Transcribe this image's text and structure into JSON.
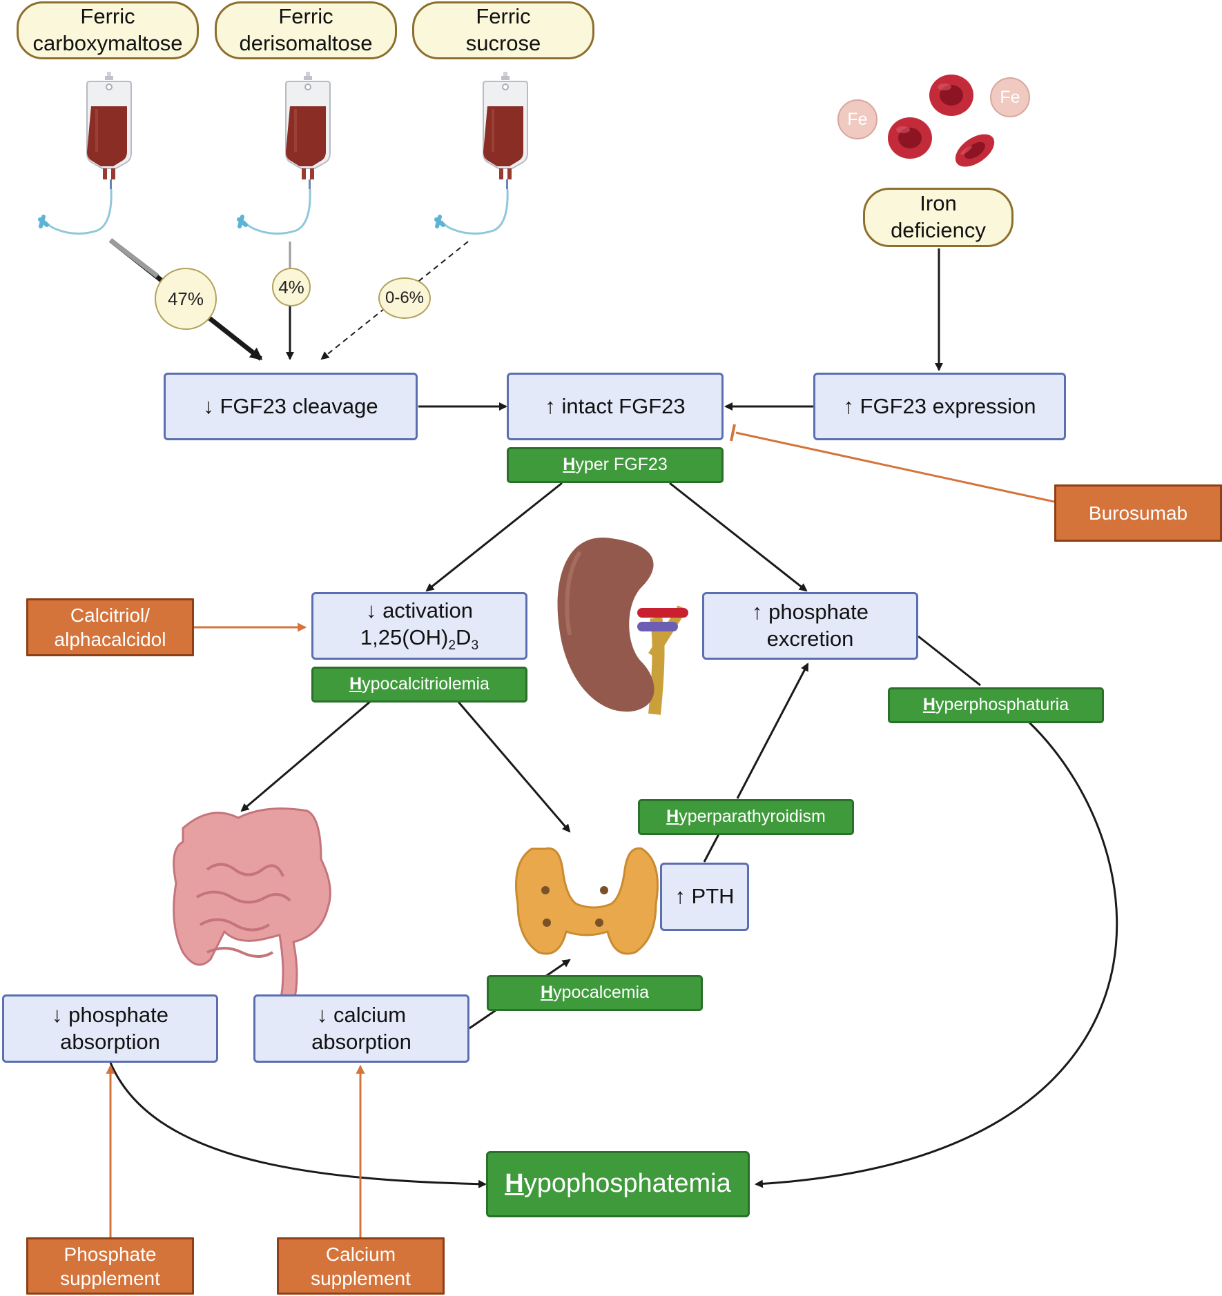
{
  "drugs": [
    {
      "line1": "Ferric",
      "line2": "carboxymaltose",
      "percentage": "47%"
    },
    {
      "line1": "Ferric",
      "line2": "derisomaltose",
      "percentage": "4%"
    },
    {
      "line1": "Ferric",
      "line2": "sucrose",
      "percentage": "0-6%"
    }
  ],
  "iron_deficiency": {
    "line1": "Iron",
    "line2": "deficiency",
    "fe_label": "Fe"
  },
  "mechanism": {
    "cleavage": "↓ FGF23 cleavage",
    "intact": "↑ intact FGF23",
    "expression": "↑ FGF23 expression",
    "activation_line1": "↓ activation",
    "activation_line2_prefix": "1,25(OH)",
    "activation_sub1": "2",
    "activation_d": "D",
    "activation_sub2": "3",
    "phosphate_excretion_line1": "↑ phosphate",
    "phosphate_excretion_line2": "excretion",
    "pth": "↑ PTH",
    "phosphate_absorption_line1": "↓ phosphate",
    "phosphate_absorption_line2": "absorption",
    "calcium_absorption_line1": "↓ calcium",
    "calcium_absorption_line2": "absorption"
  },
  "conditions": {
    "hyper_fgf23": {
      "initial": "H",
      "rest": "yper FGF23"
    },
    "hypocalcitriolemia": {
      "initial": "H",
      "rest": "ypocalcitriolemia"
    },
    "hyperphosphaturia": {
      "initial": "H",
      "rest": "yperphosphaturia"
    },
    "hyperparathyroidism": {
      "initial": "H",
      "rest": "yperparathyroidism"
    },
    "hypocalcemia": {
      "initial": "H",
      "rest": "ypocalcemia"
    },
    "hypophosphatemia": {
      "initial": "H",
      "rest": "ypophosphatemia"
    }
  },
  "treatments": {
    "burosumab": "Burosumab",
    "calcitriol_line1": "Calcitriol/",
    "calcitriol_line2": "alphacalcidol",
    "phosphate_line1": "Phosphate",
    "phosphate_line2": "supplement",
    "calcium_line1": "Calcium",
    "calcium_line2": "supplement"
  },
  "colors": {
    "pill_fill": "#fbf7da",
    "pill_border": "#8c6f2c",
    "mechanism_fill": "#e3e9f8",
    "mechanism_border": "#5b6fb0",
    "condition_fill": "#3f9a3c",
    "treatment_fill": "#d4733a",
    "arrow_black": "#1a1a1a",
    "arrow_orange": "#d4733a"
  },
  "icons": [
    "iv-bag-icon",
    "red-blood-cell-icon",
    "kidney-icon",
    "intestine-icon",
    "thyroid-icon"
  ]
}
